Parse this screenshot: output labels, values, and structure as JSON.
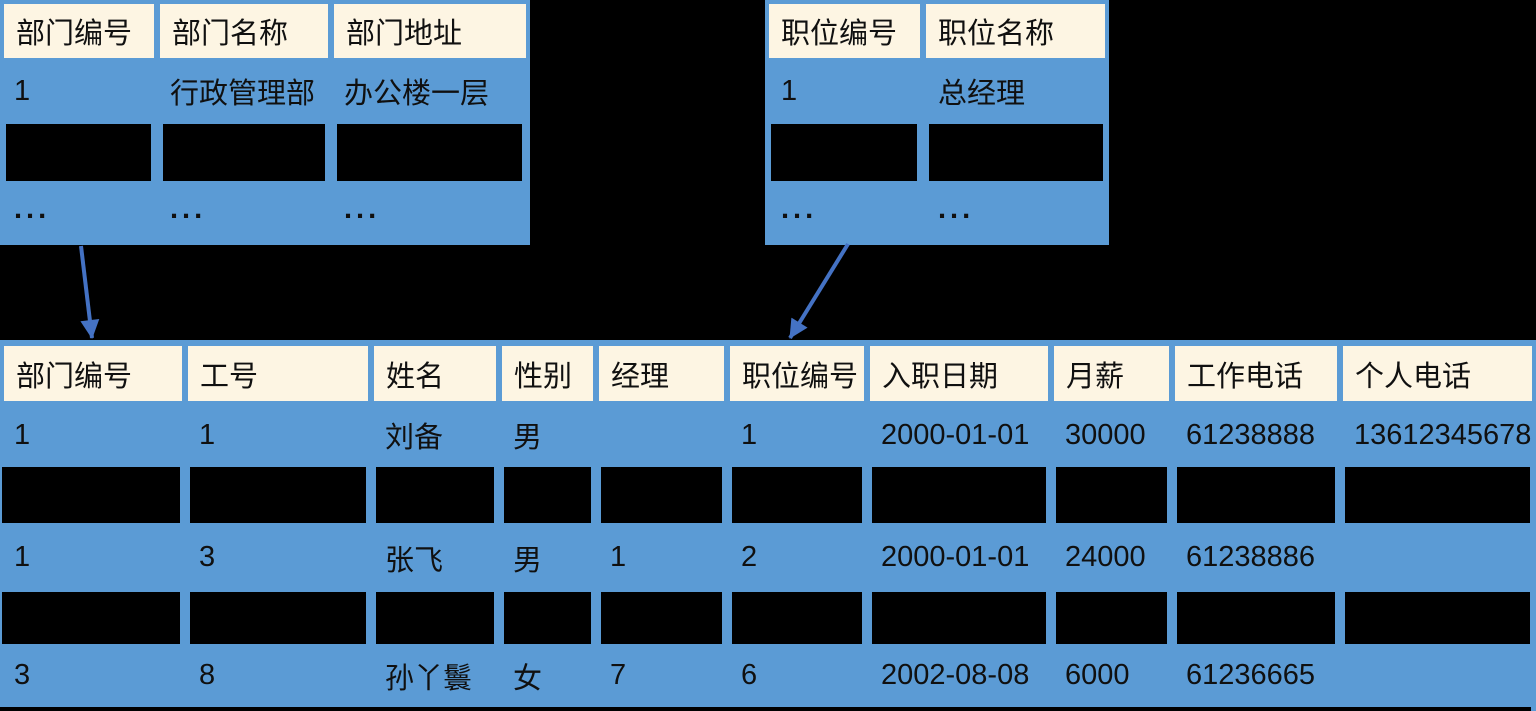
{
  "colors": {
    "background": "#000000",
    "table_fill_blue": "#5B9BD5",
    "header_cream": "#FDF5E3",
    "arrow_blue": "#4472C4",
    "redaction_black": "#000000"
  },
  "department_table": {
    "headers": [
      "部门编号",
      "部门名称",
      "部门地址"
    ],
    "row1": [
      "1",
      "行政管理部",
      "办公楼一层"
    ],
    "row2_redacted": true,
    "row3": [
      "...",
      "...",
      "..."
    ]
  },
  "position_table": {
    "headers": [
      "职位编号",
      "职位名称"
    ],
    "row1": [
      "1",
      "总经理"
    ],
    "row2_redacted": true,
    "row3": [
      "...",
      "..."
    ]
  },
  "employee_table": {
    "headers": [
      "部门编号",
      "工号",
      "姓名",
      "性别",
      "经理",
      "职位编号",
      "入职日期",
      "月薪",
      "工作电话",
      "个人电话"
    ],
    "row1": [
      "1",
      "1",
      "刘备",
      "男",
      "",
      "1",
      "2000-01-01",
      "30000",
      "61238888",
      "13612345678"
    ],
    "row2_redacted": true,
    "row3": [
      "1",
      "3",
      "张飞",
      "男",
      "1",
      "2",
      "2000-01-01",
      "24000",
      "61238886",
      ""
    ],
    "row4_redacted": true,
    "row5": [
      "3",
      "8",
      "孙丫鬟",
      "女",
      "7",
      "6",
      "2002-08-08",
      "6000",
      "61236665",
      ""
    ]
  },
  "arrows": [
    {
      "name": "department-id-link",
      "points_to_column": "部门编号"
    },
    {
      "name": "position-id-link",
      "points_to_column": "职位编号"
    }
  ]
}
